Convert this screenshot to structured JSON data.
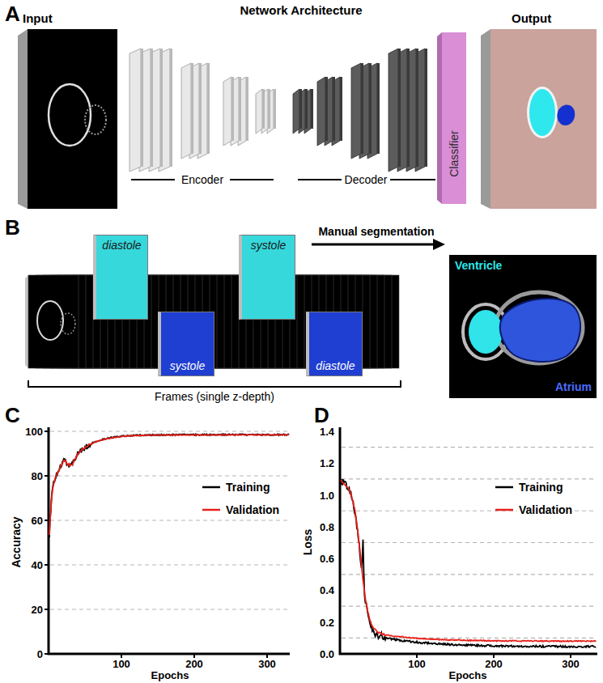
{
  "diagram": {
    "nodes": [
      {
        "text": [
          "Input"
        ]
      },
      {
        "text": [
          "Classifier"
        ]
      },
      {
        "text": [
          "Output"
        ]
      },
      {
        "text": [
          "diastole"
        ]
      },
      {
        "text": [
          "systole"
        ]
      },
      {
        "text": [
          "systole"
        ]
      },
      {
        "text": [
          "diastole"
        ]
      }
    ],
    "labels": [
      "A",
      "Network Architecture",
      "Encoder",
      "Decoder",
      "B",
      "Manual segmentation",
      "Frames (single z-depth)",
      "Ventricle",
      "Atrium",
      "C",
      "Accuracy",
      "0",
      "20",
      "40",
      "60",
      "80",
      "100",
      "100",
      "200",
      "300",
      "Epochs",
      "D",
      "Loss",
      "0.0",
      "0.2",
      "0.4",
      "0.6",
      "0.8",
      "1.0",
      "1.2",
      "1.4",
      "100",
      "200",
      "300",
      "Epochs"
    ],
    "legend": [
      {
        "text": "Training"
      },
      {
        "text": "Validation"
      },
      {
        "text": "Training"
      },
      {
        "text": "Validation"
      }
    ]
  }
}
